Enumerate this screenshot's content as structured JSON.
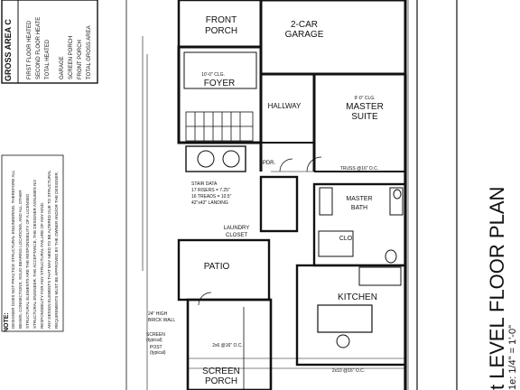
{
  "gross_area_box": {
    "header": "GROSS AREA C",
    "rows": [
      "FIRST FLOOR HEATED",
      "SECOND FLOOR HEATE",
      "TOTAL HEATED",
      "GARAGE",
      "SCREEN PORCH",
      "FRONT PORCH",
      "TOTAL GROSS AREA"
    ]
  },
  "note": {
    "label": "NOTE:",
    "lines": [
      "DESIGNER DOES NOT PRACTICE STRUCTURAL ENGINEERING. THEREFORE ALL",
      "BEAMS, CONNECTIONS, SOLID BEARING LOCATIONS, AND ALL OTHER",
      "STRUCTURAL ELEMENTS ARE THE RESPONSIBILITY OF A LICENSED",
      "STRUCTURAL ENGINEER. THE ACCEPTANCE, THE DESIGNER ASSUMES NO",
      "RESPONSIBILITY FOR ANY STRUCTURAL FAILURE OF ANY KIND.",
      "ANY DESIGN ELEMENTS THAT MAY NEED TO BE ALTERED DUE TO STRUCTURAL",
      "REQUIREMENTS MUST BE APPROVED BY THE OWNER AND/OR THE DESIGNER."
    ]
  },
  "rooms": {
    "front_porch": [
      "FRONT",
      "PORCH"
    ],
    "garage": [
      "2-CAR",
      "GARAGE"
    ],
    "foyer": "FOYER",
    "foyer_ceiling": "10'-0\" CLG.",
    "hallway": "HALLWAY",
    "master_suite": [
      "MASTER",
      "SUITE"
    ],
    "master_suite_ceiling": "9'-0\" CLG.",
    "master_bath": [
      "MASTER",
      "BATH"
    ],
    "clo": "CLO.",
    "pdr": "PDR.",
    "laundry": [
      "LAUNDRY",
      "CLOSET"
    ],
    "patio": "PATIO",
    "kitchen": "KITCHEN",
    "screen_porch": [
      "SCREEN",
      "PORCH"
    ],
    "stair_data": [
      "STAIR DATA",
      "17 RISERS = 7.25\"",
      "16 TREADS = 10.5\"",
      "42\"x42\" LANDING"
    ]
  },
  "callouts": {
    "brick_wall": [
      "24\" HIGH",
      "BRICK WALL"
    ],
    "screen": [
      "SCREEN",
      "(typical)"
    ],
    "post": [
      "POST",
      "(typical)"
    ],
    "beam_bottom": "2x6 @16\" O.C.",
    "beam_right": "2x10 @16\" O.C.",
    "beam_mid": "TRUSS @16\" O.C."
  },
  "title": {
    "main": "t LEVEL FLOOR PLAN",
    "scale": "1e: 1/4\" = 1'-0\""
  }
}
